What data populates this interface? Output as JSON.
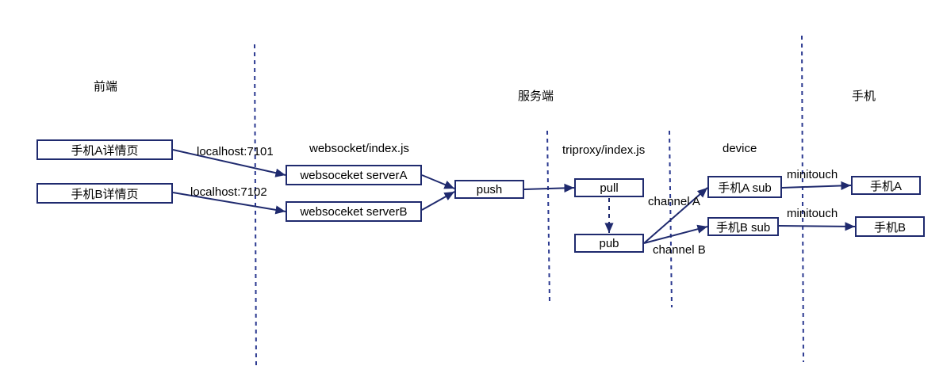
{
  "sections": {
    "frontend": "前端",
    "server": "服务端",
    "phone": "手机"
  },
  "modules": {
    "websocket": "websocket/index.js",
    "triproxy": "triproxy/index.js",
    "device": "device"
  },
  "boxes": {
    "pageA": "手机A详情页",
    "pageB": "手机B详情页",
    "serverA": "websoceket serverA",
    "serverB": "websoceket serverB",
    "push": "push",
    "pull": "pull",
    "pub": "pub",
    "subA": "手机A sub",
    "subB": "手机B sub",
    "phoneA": "手机A",
    "phoneB": "手机B"
  },
  "edges": {
    "portA": "localhost:7101",
    "portB": "localhost:7102",
    "channelA": "channel A",
    "channelB": "channel B",
    "minitouchA": "minitouch",
    "minitouchB": "minitouch"
  },
  "colors": {
    "line": "#1f2a6e",
    "dash": "#2b3990"
  }
}
